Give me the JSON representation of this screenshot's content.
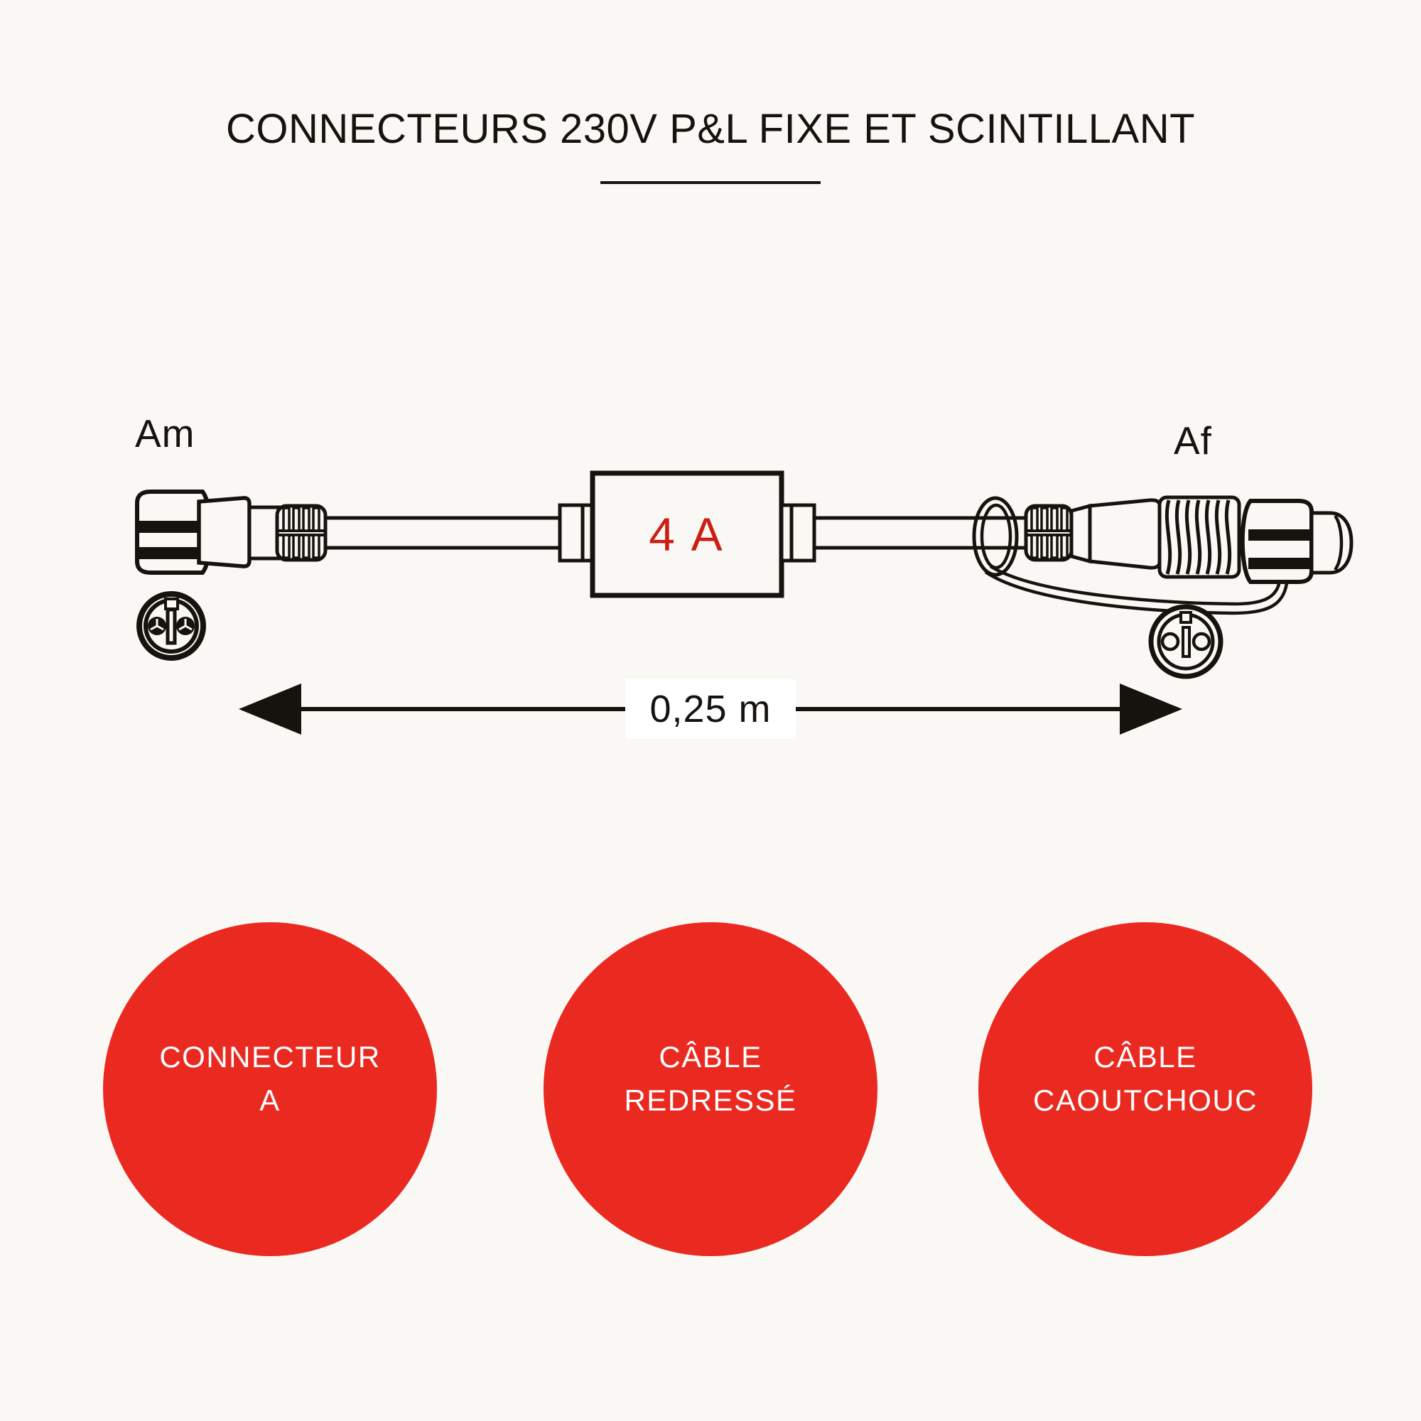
{
  "title": "CONNECTEURS 230V P&L FIXE ET SCINTILLANT",
  "diagram": {
    "label_left": "Am",
    "label_right": "Af",
    "box_label": "4 A",
    "dimension": "0,25 m"
  },
  "legend": {
    "circles": [
      {
        "line1": "CONNECTEUR",
        "line2": "A"
      },
      {
        "line1": "CÂBLE",
        "line2": "REDRESSÉ"
      },
      {
        "line1": "CÂBLE",
        "line2": "CAOUTCHOUC"
      }
    ]
  },
  "colors": {
    "background": "#faf8f5",
    "ink": "#16130f",
    "circle-red": "#ea2a20",
    "accent-red": "#cc1d14",
    "label-bg": "#ffffff"
  }
}
